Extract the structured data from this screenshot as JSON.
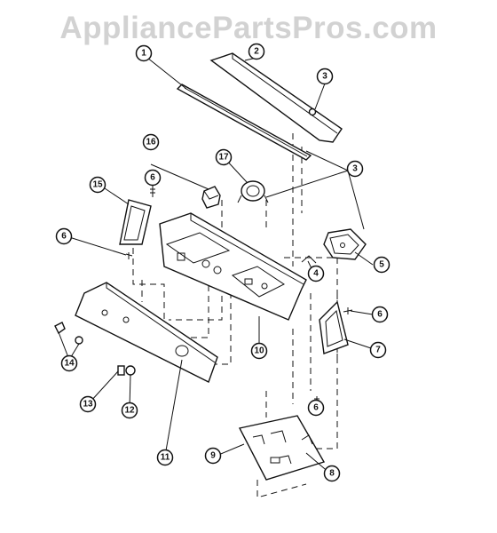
{
  "watermark": "AppliancePartsPros.com",
  "callouts": [
    "1",
    "2",
    "3",
    "3",
    "4",
    "5",
    "6",
    "6",
    "6",
    "6",
    "7",
    "8",
    "9",
    "10",
    "11",
    "12",
    "13",
    "14",
    "15",
    "16",
    "17"
  ]
}
